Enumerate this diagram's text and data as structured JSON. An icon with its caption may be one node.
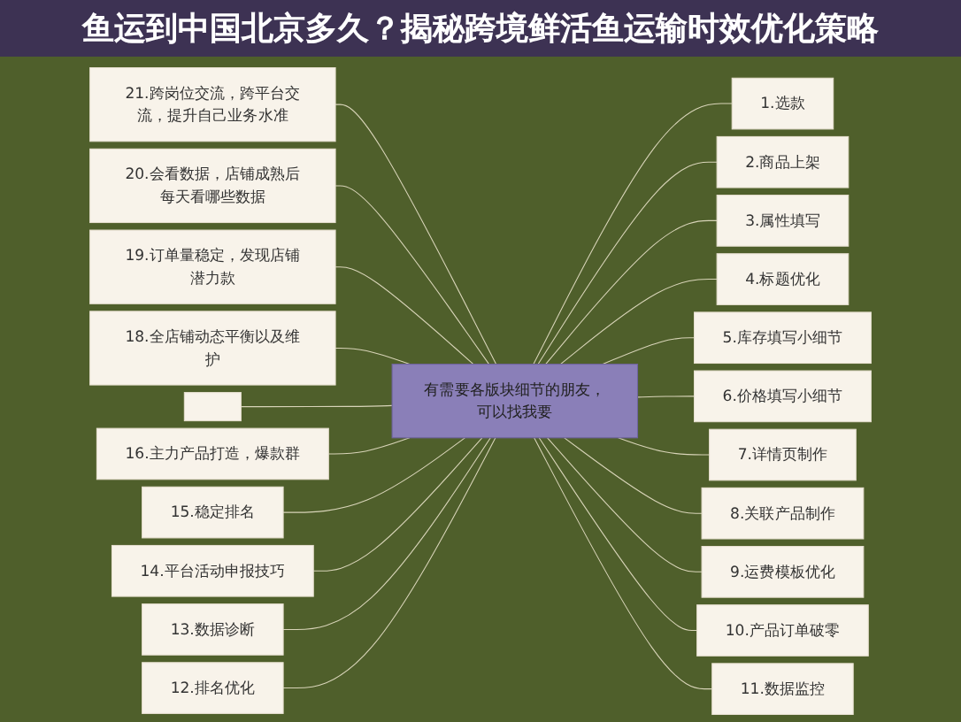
{
  "diagram": {
    "title": "鱼运到中国北京多久？揭秘跨境鲜活鱼运输时效优化策略",
    "nodes": [
      {
        "text": [
          "有需要各版块细节的朋友，可以找我要"
        ]
      },
      {
        "text": [
          "1.选款"
        ]
      },
      {
        "text": [
          "2.商品上架"
        ]
      },
      {
        "text": [
          "3.属性填写"
        ]
      },
      {
        "text": [
          "4.标题优化"
        ]
      },
      {
        "text": [
          "5.库存填写小细节"
        ]
      },
      {
        "text": [
          "6.价格填写小细节"
        ]
      },
      {
        "text": [
          "7.详情页制作"
        ]
      },
      {
        "text": [
          "8.关联产品制作"
        ]
      },
      {
        "text": [
          "9.运费模板优化"
        ]
      },
      {
        "text": [
          "10.产品订单破零"
        ]
      },
      {
        "text": [
          "11.数据监控"
        ]
      },
      {
        "text": [
          "12.排名优化"
        ]
      },
      {
        "text": [
          "13.数据诊断"
        ]
      },
      {
        "text": [
          "14.平台活动申报技巧"
        ]
      },
      {
        "text": [
          "15.稳定排名"
        ]
      },
      {
        "text": [
          "16.主力产品打造，爆款群"
        ]
      },
      {
        "text": [],
        "shape": "box"
      },
      {
        "text": [
          "18.全店铺动态平衡以及维护"
        ]
      },
      {
        "text": [
          "19.订单量稳定，发现店铺潜力款"
        ]
      },
      {
        "text": [
          "20.会看数据，店铺成熟后每天看哪些数据"
        ]
      },
      {
        "text": [
          "21.跨岗位交流，跨平台交流，提升自己业务水准"
        ]
      }
    ],
    "edges": [
      {
        "from": 0,
        "to": 1,
        "arrow": "none"
      },
      {
        "from": 0,
        "to": 2,
        "arrow": "none"
      },
      {
        "from": 0,
        "to": 3,
        "arrow": "none"
      },
      {
        "from": 0,
        "to": 4,
        "arrow": "none"
      },
      {
        "from": 0,
        "to": 5,
        "arrow": "none"
      },
      {
        "from": 0,
        "to": 6,
        "arrow": "none"
      },
      {
        "from": 0,
        "to": 7,
        "arrow": "none"
      },
      {
        "from": 0,
        "to": 8,
        "arrow": "none"
      },
      {
        "from": 0,
        "to": 9,
        "arrow": "none"
      },
      {
        "from": 0,
        "to": 10,
        "arrow": "none"
      },
      {
        "from": 0,
        "to": 11,
        "arrow": "none"
      },
      {
        "from": 21,
        "to": 0,
        "arrow": "none"
      },
      {
        "from": 20,
        "to": 0,
        "arrow": "none"
      },
      {
        "from": 19,
        "to": 0,
        "arrow": "none"
      },
      {
        "from": 18,
        "to": 0,
        "arrow": "none"
      },
      {
        "from": 17,
        "to": 0,
        "arrow": "none"
      },
      {
        "from": 16,
        "to": 0,
        "arrow": "none"
      },
      {
        "from": 15,
        "to": 0,
        "arrow": "none"
      },
      {
        "from": 14,
        "to": 0,
        "arrow": "none"
      },
      {
        "from": 13,
        "to": 0,
        "arrow": "none"
      },
      {
        "from": 12,
        "to": 0,
        "arrow": "none"
      }
    ]
  }
}
